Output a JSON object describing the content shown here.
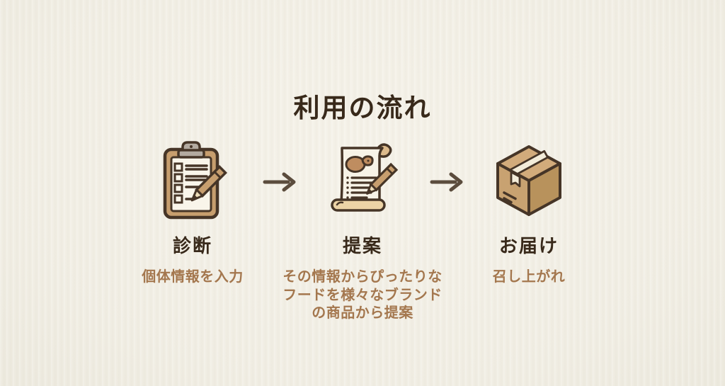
{
  "page": {
    "title": "利用の流れ"
  },
  "colors": {
    "background": "#f2efe5",
    "heading_text": "#38291a",
    "description_text": "#a4774e",
    "arrow": "#5b4c3d",
    "icon_outline": "#463527",
    "icon_tan": "#c79e6e",
    "icon_paper": "#f9f5ea",
    "clip_gray": "#b3aaa0",
    "animal_brown": "#bf8d60",
    "box_top": "#d2ab7b",
    "box_left": "#c8a271",
    "box_right": "#b8925c",
    "tape_cream": "#f3ecd9"
  },
  "steps": [
    {
      "title": "診断",
      "description": "個体情報を入力",
      "icon": "clipboard-checklist-icon"
    },
    {
      "title": "提案",
      "description": "その情報からぴったりな\nフードを様々なブランド\nの商品から提案",
      "icon": "proposal-scroll-icon"
    },
    {
      "title": "お届け",
      "description": "召し上がれ",
      "icon": "delivery-box-icon"
    }
  ],
  "arrows": [
    {
      "icon": "right-arrow-icon"
    },
    {
      "icon": "right-arrow-icon"
    }
  ]
}
